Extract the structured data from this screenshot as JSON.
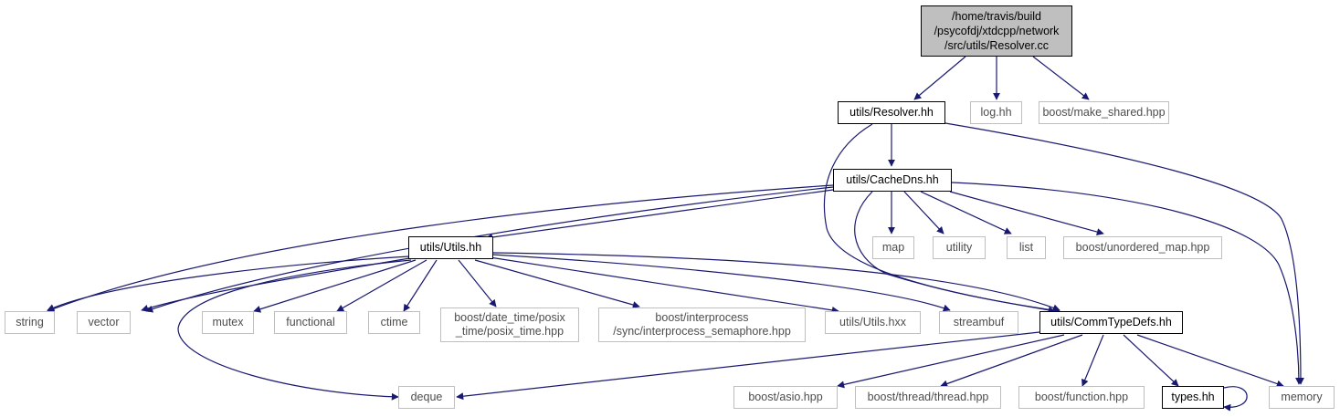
{
  "colors": {
    "edge": "#191970",
    "root_fill": "#bfbfbf",
    "external_border": "#bfbfbf",
    "doc_border": "#000000"
  },
  "nodes": {
    "root": {
      "lines": [
        "/home/travis/build",
        "/psycofdj/xtdcpp/network",
        "/src/utils/Resolver.cc"
      ]
    },
    "resolver_hh": {
      "label": "utils/Resolver.hh"
    },
    "log_hh": {
      "label": "log.hh"
    },
    "make_shared": {
      "label": "boost/make_shared.hpp"
    },
    "cachedns_hh": {
      "label": "utils/CacheDns.hh"
    },
    "utils_hh": {
      "label": "utils/Utils.hh"
    },
    "map": {
      "label": "map"
    },
    "utility": {
      "label": "utility"
    },
    "list": {
      "label": "list"
    },
    "unordered_map": {
      "label": "boost/unordered_map.hpp"
    },
    "string": {
      "label": "string"
    },
    "vector": {
      "label": "vector"
    },
    "mutex": {
      "label": "mutex"
    },
    "functional": {
      "label": "functional"
    },
    "ctime": {
      "label": "ctime"
    },
    "posix_time": {
      "lines": [
        "boost/date_time/posix",
        "_time/posix_time.hpp"
      ]
    },
    "semaphore": {
      "lines": [
        "boost/interprocess",
        "/sync/interprocess_semaphore.hpp"
      ]
    },
    "utils_hxx": {
      "label": "utils/Utils.hxx"
    },
    "streambuf": {
      "label": "streambuf"
    },
    "commtypedefs_hh": {
      "label": "utils/CommTypeDefs.hh"
    },
    "deque": {
      "label": "deque"
    },
    "asio": {
      "label": "boost/asio.hpp"
    },
    "thread": {
      "label": "boost/thread/thread.hpp"
    },
    "function": {
      "label": "boost/function.hpp"
    },
    "types_hh": {
      "label": "types.hh"
    },
    "memory": {
      "label": "memory"
    }
  }
}
